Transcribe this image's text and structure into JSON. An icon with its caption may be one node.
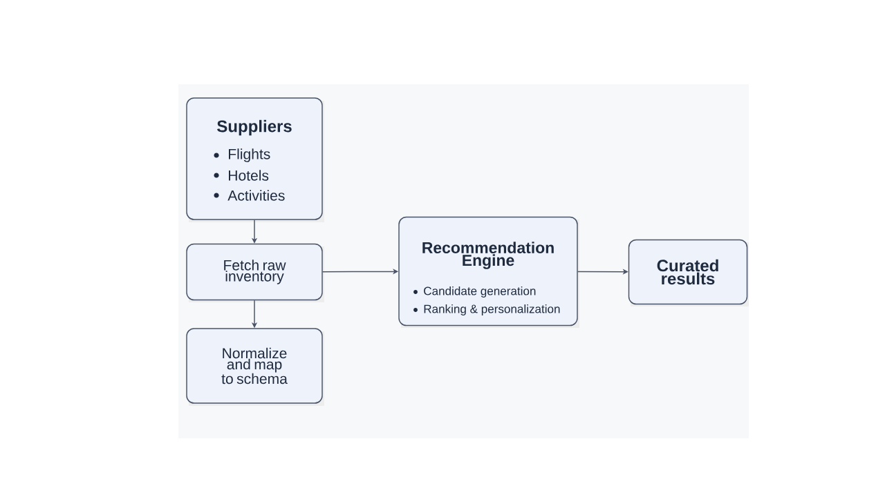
{
  "diagram": {
    "nodes": [
      {
        "text": [
          "Suppliers",
          "Flights",
          "Hotels",
          "Activities"
        ]
      },
      {
        "text": [
          "Fetch raw inventory"
        ]
      },
      {
        "text": [
          "Normalize and map to schema"
        ]
      },
      {
        "text": [
          "Recommendation Engine",
          "Candidate generation",
          "Ranking & personalization"
        ]
      },
      {
        "text": [
          "Curated results"
        ]
      }
    ],
    "edges": [
      {
        "from": 0,
        "to": 1,
        "arrow": "to"
      },
      {
        "from": 1,
        "to": 2,
        "arrow": "to"
      },
      {
        "from": 1,
        "to": 3,
        "arrow": "to"
      },
      {
        "from": 3,
        "to": 4,
        "arrow": "to"
      }
    ]
  }
}
